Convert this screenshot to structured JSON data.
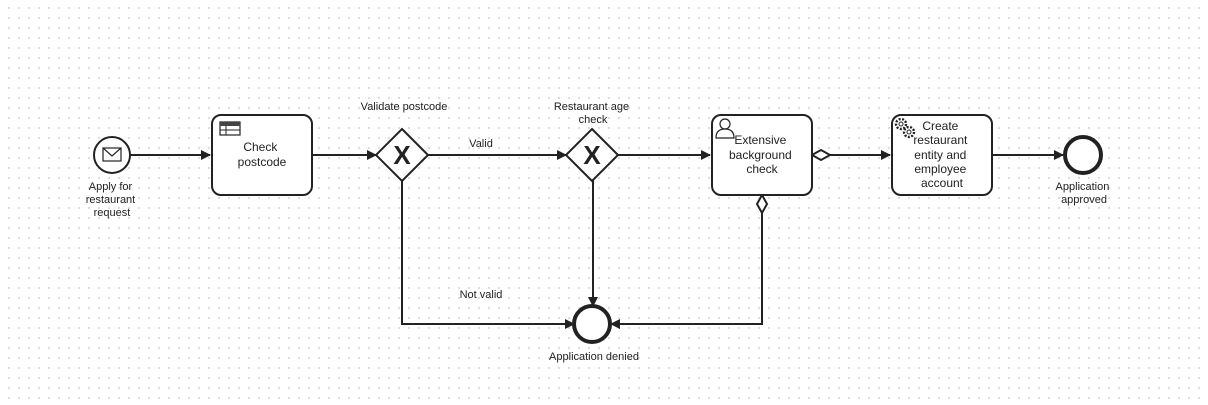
{
  "events": {
    "start": {
      "label_lines": [
        "Apply for",
        "restaurant",
        "request"
      ],
      "icon": "envelope-icon"
    },
    "end_approved": {
      "label_lines": [
        "Application",
        "approved"
      ]
    },
    "end_denied": {
      "label_lines": [
        "Application denied"
      ]
    }
  },
  "tasks": {
    "check_postcode": {
      "label_lines": [
        "Check",
        "postcode"
      ],
      "icon": "table-icon"
    },
    "background_check": {
      "label_lines": [
        "Extensive",
        "background",
        "check"
      ],
      "icon": "user-icon"
    },
    "create_entity": {
      "label_lines": [
        "Create",
        "restaurant",
        "entity and",
        "employee",
        "account"
      ],
      "icon": "gear-icon"
    }
  },
  "gateways": {
    "validate_postcode": {
      "label_lines": [
        "Validate postcode"
      ],
      "symbol": "X"
    },
    "restaurant_age": {
      "label_lines": [
        "Restaurant age",
        "check"
      ],
      "symbol": "X"
    }
  },
  "flows": {
    "valid": {
      "label": "Valid"
    },
    "not_valid": {
      "label": "Not valid"
    }
  }
}
